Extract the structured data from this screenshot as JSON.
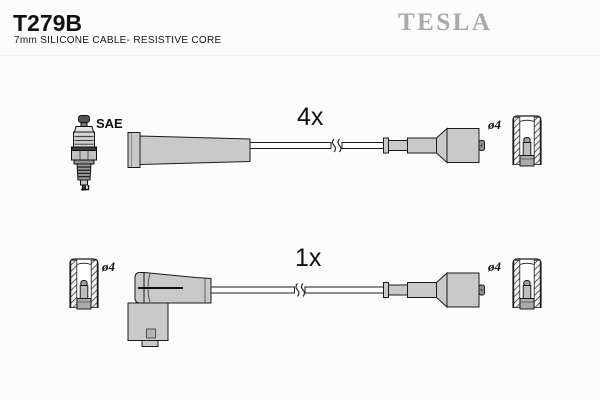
{
  "header": {
    "part_number": "T279B",
    "subtitle": "7mm SILICONE CABLE- RESISTIVE CORE",
    "brand": "TESLA"
  },
  "top_assembly": {
    "quantity": "4x",
    "plug_label": "SAE",
    "terminal_diameter": "ø4"
  },
  "bottom_assembly": {
    "quantity": "1x",
    "left_terminal_diameter": "ø4",
    "right_terminal_diameter": "ø4"
  },
  "colors": {
    "brand_gray": "#a9a9a9",
    "outline": "#1a1a1a",
    "part_fill": "#c9c9c9",
    "background": "#fcfcfc"
  }
}
